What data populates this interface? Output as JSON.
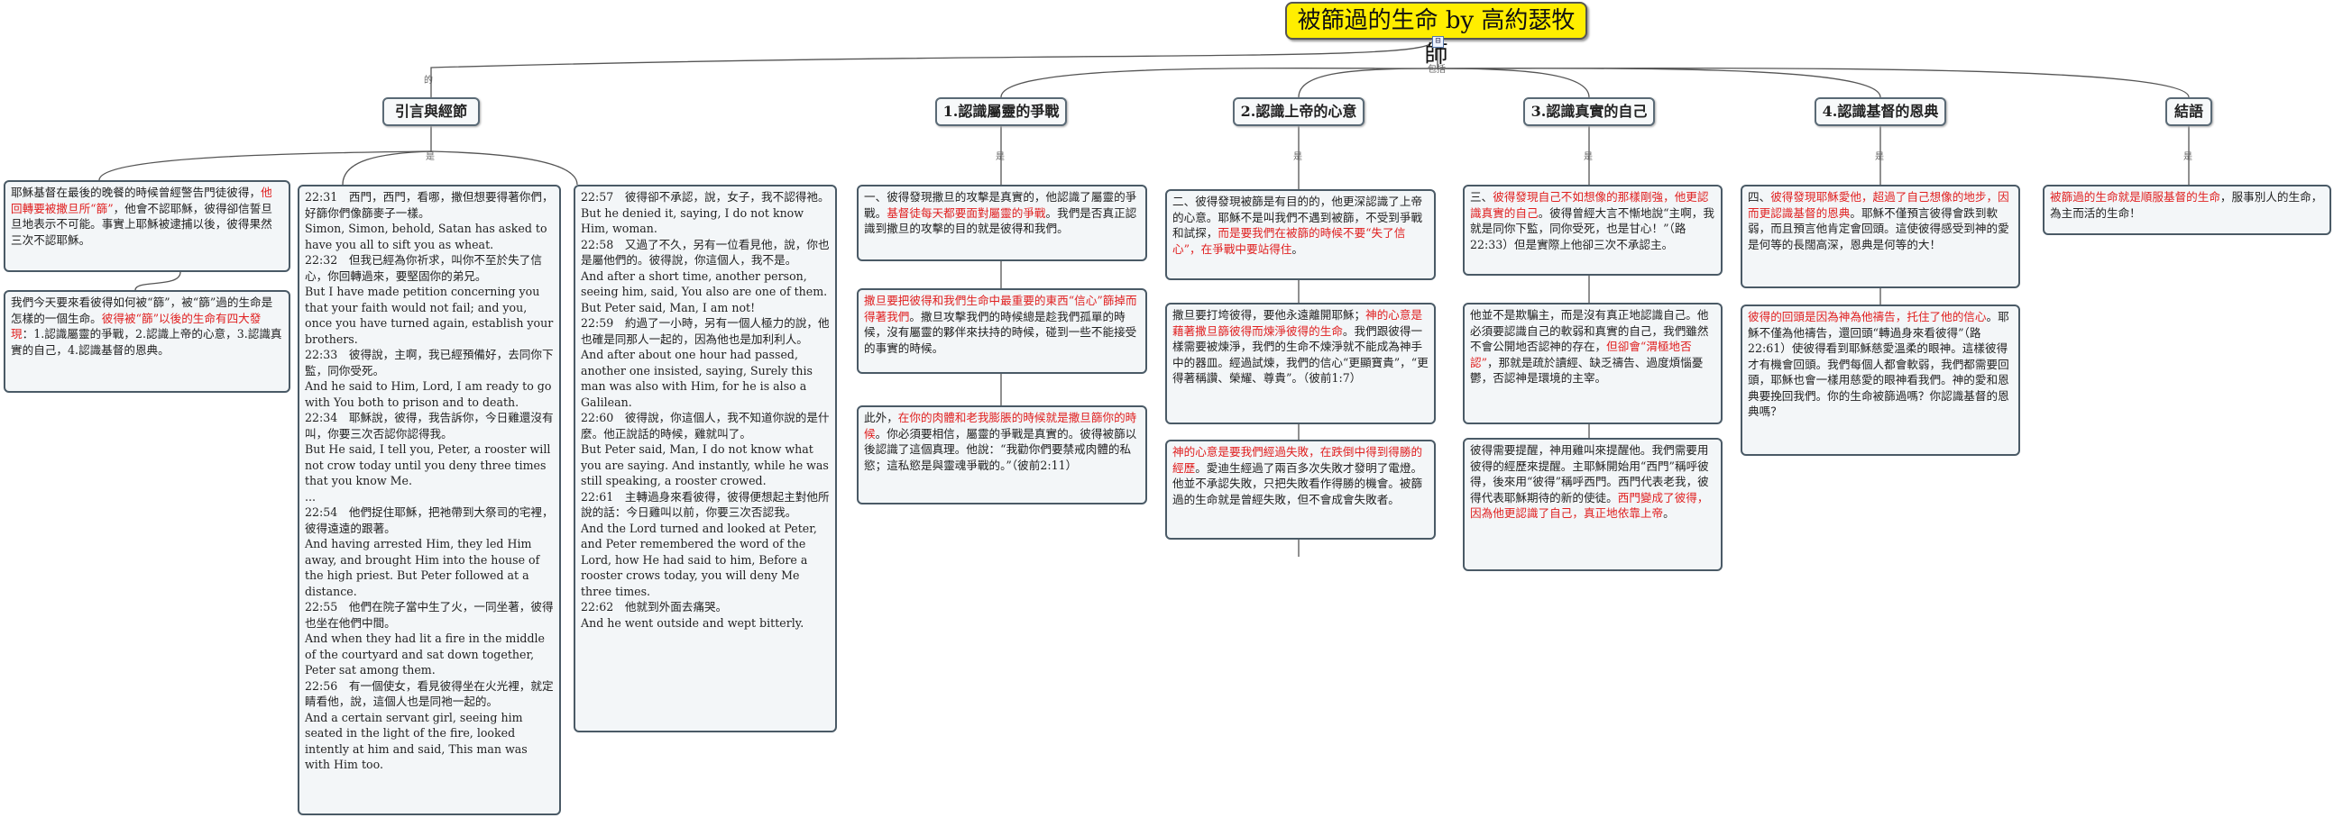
{
  "central_title": "被篩過的生命 by 高約瑟牧師",
  "collapse_symbol": "⊟",
  "relation_labels": {
    "left": "的",
    "right": "包括",
    "branch": "是"
  },
  "topics": {
    "intro": "引言與經節",
    "t1": "1.認識屬靈的爭戰",
    "t2": "2.認識上帝的心意",
    "t3": "3.認識真實的自己",
    "t4": "4.認識基督的恩典",
    "t5": "結語"
  },
  "boxes": {
    "intro_a": [
      {
        "t": "耶穌基督在最後的晚餐的時候曾經警告門徒彼得，"
      },
      {
        "t": "他回轉要被撒旦所“篩”",
        "r": true
      },
      {
        "t": "，他會不認耶穌，彼得卻信誓旦旦地表示不可能。事實上耶穌被逮捕以後，彼得果然三次不認耶穌。"
      }
    ],
    "intro_b": [
      {
        "t": "我們今天要來看彼得如何被“篩”，被“篩”過的生命是怎樣的一個生命。"
      },
      {
        "t": "彼得被“篩”以後的生命有四大發現",
        "r": true
      },
      {
        "t": "：1.認識屬靈的爭戰，2.認識上帝的心意，3.認識真實的自己，4.認識基督的恩典。"
      }
    ],
    "verses_a": [
      {
        "t": "22:31　西門，西門，看哪，撒但想要得著你們，好篩你們像篩麥子一樣。\nSimon, Simon, behold, Satan has asked to have you all to sift you as wheat.\n22:32　但我已經為你祈求，叫你不至於失了信心，你回轉過來，要堅固你的弟兄。\nBut I have made petition concerning you that your faith would not fail; and you, once you have turned again, establish your brothers.\n22:33　彼得說，主啊，我已經預備好，去同你下監，同你受死。\nAnd he said to Him, Lord, I am ready to go with You both to prison and to death.\n22:34　耶穌說，彼得，我告訴你，今日雞還沒有叫，你要三次否認你認得我。\nBut He said, I tell you, Peter, a rooster will not crow today until you deny three times that you know Me.\n...\n22:54　他們捉住耶穌，把祂帶到大祭司的宅裡，彼得遠遠的跟著。\nAnd having arrested Him, they led Him away, and brought Him into the house of the high priest. But Peter followed at a distance.\n22:55　他們在院子當中生了火，一同坐著，彼得也坐在他們中間。\nAnd when they had lit a fire in the middle of the courtyard and sat down together, Peter sat among them.\n22:56　有一個使女，看見彼得坐在火光裡，就定睛看他，說，這個人也是同祂一起的。\nAnd a certain servant girl, seeing him seated in the light of the fire, looked intently at him and said, This man was with Him too."
      }
    ],
    "verses_b": [
      {
        "t": "22:57　彼得卻不承認，說，女子，我不認得祂。\nBut he denied it, saying, I do not know Him, woman.\n22:58　又過了不久，另有一位看見他，說，你也是屬他們的。彼得說，你這個人，我不是。\nAnd after a short time, another person, seeing him, said, You also are one of them. But Peter said, Man, I am not!\n22:59　約過了一小時，另有一個人極力的說，他也確是同那人一起的，因為他也是加利利人。\nAnd after about one hour had passed, another one insisted, saying, Surely this man was also with Him, for he is also a Galilean.\n22:60　彼得說，你這個人，我不知道你說的是什麼。他正說話的時候，雞就叫了。\nBut Peter said, Man, I do not know what you are saying. And instantly, while he was still speaking, a rooster crowed.\n22:61　主轉過身來看彼得，彼得便想起主對他所說的話：今日雞叫以前，你要三次否認我。\nAnd the Lord turned and looked at Peter, and Peter remembered the word of the Lord, how He had said to him, Before a rooster crows today, you will deny Me three times.\n22:62　他就到外面去痛哭。\nAnd he went outside and wept bitterly."
      }
    ],
    "t1_a": [
      {
        "t": "一、彼得發現撒旦的攻擊是真實的，他認識了屬靈的爭戰。"
      },
      {
        "t": "基督徒每天都要面對屬靈的爭戰",
        "r": true
      },
      {
        "t": "。我們是否真正認識到撒旦的攻擊的目的就是彼得和我們。"
      }
    ],
    "t1_b": [
      {
        "t": "撒旦要把彼得和我們生命中最重要的東西“信心”篩掉而得著我們",
        "r": true
      },
      {
        "t": "。撒旦攻擊我們的時候總是趁我們孤單的時候，沒有屬靈的夥伴來扶持的時候，碰到一些不能接受的事實的時候。"
      }
    ],
    "t1_c": [
      {
        "t": "此外，"
      },
      {
        "t": "在你的肉體和老我膨脹的時候就是撒旦篩你的時候",
        "r": true
      },
      {
        "t": "。你必須要相信，屬靈的爭戰是真實的。彼得被篩以後認識了這個真理。他說：“我勸你們要禁戒肉體的私慾；這私慾是與靈魂爭戰的。”（彼前2:11）"
      }
    ],
    "t2_a": [
      {
        "t": "二、彼得發現被篩是有目的的，他更深認識了上帝的心意。耶穌不是叫我們不遇到被篩，不受到爭戰和試探，"
      },
      {
        "t": "而是要我們在被篩的時候不要“失了信心”，在爭戰中要站得住",
        "r": true
      },
      {
        "t": "。"
      }
    ],
    "t2_b": [
      {
        "t": "撒旦要打垮彼得，要他永遠離開耶穌；"
      },
      {
        "t": "神的心意是藉著撒旦篩彼得而煉淨彼得的生命",
        "r": true
      },
      {
        "t": "。我們跟彼得一樣需要被煉淨，我們的生命不煉淨就不能成為神手中的器皿。經過試煉，我們的信心“更顯寶貴”，“更得著稱讚、榮耀、尊貴”。（彼前1:7）"
      }
    ],
    "t2_c": [
      {
        "t": "神的心意是要我們經過失敗，在跌倒中得到得勝的經歷",
        "r": true
      },
      {
        "t": "。愛迪生經過了兩百多次失敗才發明了電燈。他並不承認失敗，只把失敗看作得勝的機會。被篩過的生命就是曾經失敗，但不會成會失敗者。"
      }
    ],
    "t3_a": [
      {
        "t": "三、"
      },
      {
        "t": "彼得發現自己不如想像的那樣剛強，他更認識真實的自己",
        "r": true
      },
      {
        "t": "。彼得曾經大言不慚地說“主啊，我就是同你下監，同你受死，也是甘心！”（路22:33）但是實際上他卻三次不承認主。"
      }
    ],
    "t3_b": [
      {
        "t": "他並不是欺騙主，而是沒有真正地認識自己。他必須要認識自己的軟弱和真實的自己，我們雖然不會公開地否認神的存在，"
      },
      {
        "t": "但卻會“渭極地否認”",
        "r": true
      },
      {
        "t": "，那就是疏於讀經、缺乏禱告、過度煩惱憂鬱，否認神是環境的主宰。"
      }
    ],
    "t3_c": [
      {
        "t": "彼得需要提醒，神用雞叫來提醒他。我們需要用彼得的經歷來提醒。主耶穌開始用“西門”稱呼彼得，後來用“彼得”稱呼西門。西門代表老我，彼得代表耶穌期待的新的使徒。"
      },
      {
        "t": "西門變成了彼得，因為他更認識了自己，真正地依靠上帝",
        "r": true
      },
      {
        "t": "。"
      }
    ],
    "t4_a": [
      {
        "t": "四、"
      },
      {
        "t": "彼得發現耶穌愛他，超過了自己想像的地步，因而更認識基督的恩典",
        "r": true
      },
      {
        "t": "。耶穌不僅預言彼得會跌到軟弱，而且預言他肯定會回頭。這使彼得感受到神的愛是何等的長闊高深，恩典是何等的大！"
      }
    ],
    "t4_b": [
      {
        "t": "彼得的回頭是因為神為他禱告，托住了他的信心",
        "r": true
      },
      {
        "t": "。耶穌不僅為他禱告，還回頭“轉過身來看彼得”（路22:61）使彼得看到耶穌慈愛溫柔的眼神。這樣彼得才有機會回頭。我們每個人都會軟弱，我們都需要回頭，耶穌也會一樣用慈愛的眼神看我們。神的愛和恩典要挽回我們。你的生命被篩過嗎？你認識基督的恩典嗎？"
      }
    ],
    "t5_a": [
      {
        "t": "被篩過的生命就是順服基督的生命",
        "r": true
      },
      {
        "t": "，服事別人的生命，為主而活的生命！"
      }
    ]
  }
}
